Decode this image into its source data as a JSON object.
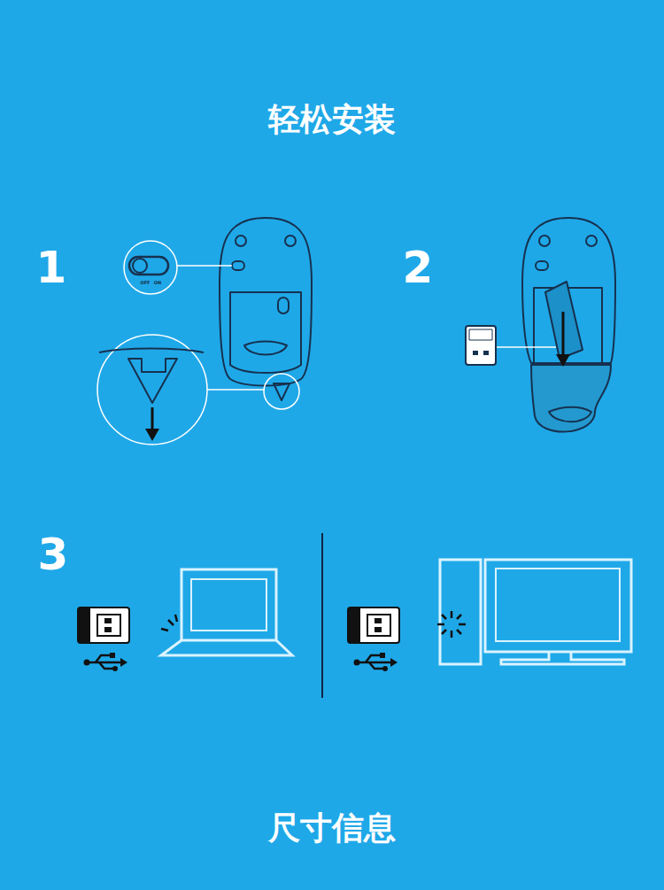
{
  "diagram": {
    "title": "轻松安装",
    "labels": [
      "1",
      "OFF",
      "ON",
      "2",
      "3",
      "尺寸信息"
    ]
  }
}
